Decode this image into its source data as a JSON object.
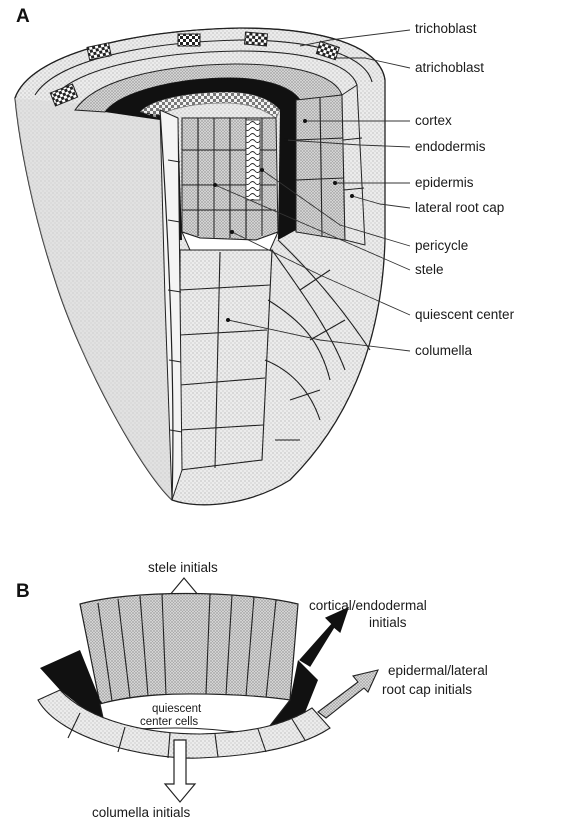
{
  "panel_a": {
    "letter": "A",
    "labels": {
      "trichoblast": "trichoblast",
      "atrichoblast": "atrichoblast",
      "cortex": "cortex",
      "endodermis": "endodermis",
      "epidermis": "epidermis",
      "lateral_root_cap": "lateral root cap",
      "pericycle": "pericycle",
      "stele": "stele",
      "quiescent_center": "quiescent center",
      "columella": "columella"
    }
  },
  "panel_b": {
    "letter": "B",
    "labels": {
      "stele_initials": "stele initials",
      "cortical_line1": "cortical/endodermal",
      "cortical_line2": "initials",
      "epidermal_line1": "epidermal/lateral",
      "epidermal_line2": "root cap initials",
      "qc_line1": "quiescent",
      "qc_line2": "center cells",
      "columella_initials": "columella initials"
    }
  },
  "colors": {
    "ink": "#1a1a1a",
    "stipple_light": "#e4e4e4",
    "stipple_mid": "#c9c9c9",
    "black_tissue": "#111111"
  }
}
